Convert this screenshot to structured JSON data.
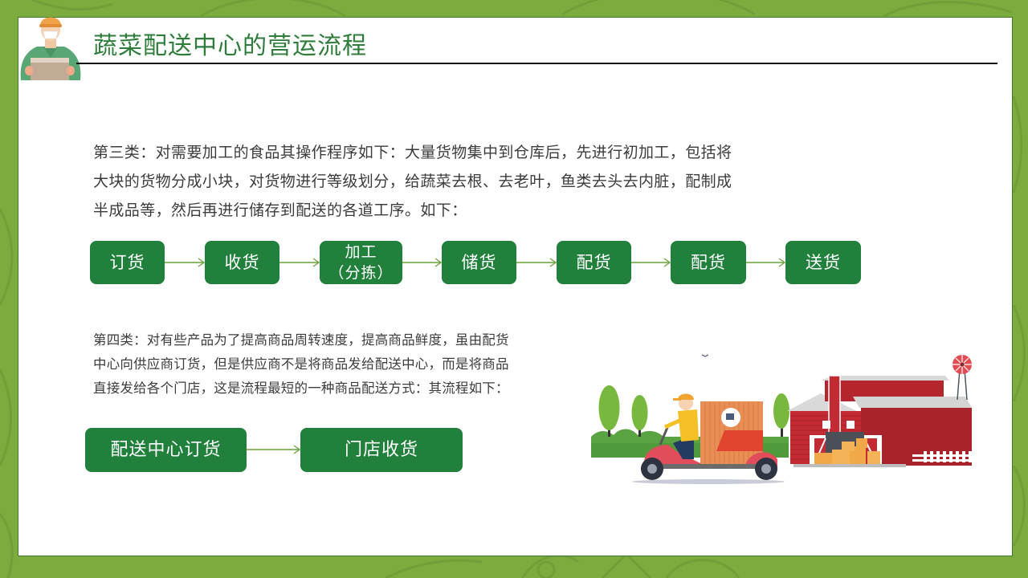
{
  "slide": {
    "title": "蔬菜配送中心的营运流程",
    "colors": {
      "frame_green": "#7dab3e",
      "box_green": "#21803c",
      "title_green": "#2e7d3a",
      "arrow_green": "#6aa23a",
      "body_text": "#3c3c3c"
    }
  },
  "section3": {
    "lines": [
      "第三类：对需要加工的食品其操作程序如下：大量货物集中到仓库后，先进行初加工，包括将",
      "大块的货物分成小块，对货物进行等级划分，给蔬菜去根、去老叶，鱼类去头去内脏，配制成",
      "半成品等，然后再进行储存到配送的各道工序。如下："
    ],
    "flow": [
      {
        "line1": "订货",
        "line2": ""
      },
      {
        "line1": "收货",
        "line2": ""
      },
      {
        "line1": "加工",
        "line2": "（分拣）"
      },
      {
        "line1": "储货",
        "line2": ""
      },
      {
        "line1": "配货",
        "line2": ""
      },
      {
        "line1": "配货",
        "line2": ""
      },
      {
        "line1": "送货",
        "line2": ""
      }
    ]
  },
  "section4": {
    "lines": [
      "第四类：对有些产品为了提高商品周转速度，提高商品鲜度，虽由配货",
      "中心向供应商订货，但是供应商不是将商品发给配送中心，而是将商品",
      "直接发给各个门店，这是流程最短的一种商品配送方式：其流程如下："
    ],
    "flow": [
      {
        "label": "配送中心订货"
      },
      {
        "label": "门店收货"
      }
    ]
  },
  "illustrations": {
    "avatar": "delivery-worker-with-box-icon",
    "scene": "scooter-delivery-and-red-barn-illustration"
  }
}
